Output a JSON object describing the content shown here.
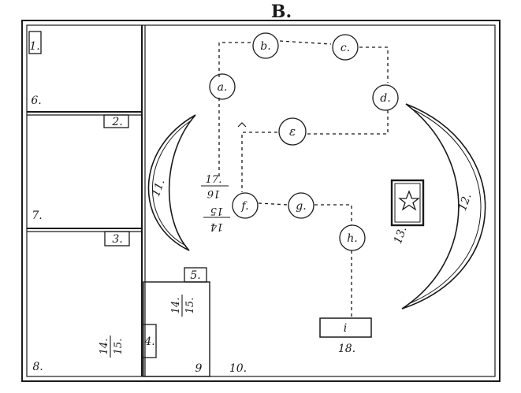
{
  "title": "B.",
  "rooms": {
    "r1": "1.",
    "r2": "2.",
    "r3": "3.",
    "r4": "4.",
    "r5": "5.",
    "r6": "6.",
    "r7": "7.",
    "r8": "8.",
    "r9": "9",
    "r10": "10."
  },
  "figures": {
    "crescent_left": "11.",
    "crescent_right": "12.",
    "star_box": "13.",
    "bottom_box_label": "18.",
    "bottom_box_mark": "i"
  },
  "nodes": {
    "a": "a.",
    "b": "b.",
    "c": "c.",
    "d": "d.",
    "e": "ε",
    "f": "f.",
    "g": "g.",
    "h": "h."
  },
  "fractions": {
    "upright_top": "17.",
    "upright_bottom": "16",
    "inverted_top": "15",
    "inverted_bottom": "14",
    "room5_top": "14.",
    "room5_bottom": "15.",
    "room8_top": "14.",
    "room8_bottom": "15."
  },
  "colors": {
    "ink": "#1a1a1a",
    "paper": "#ffffff"
  }
}
